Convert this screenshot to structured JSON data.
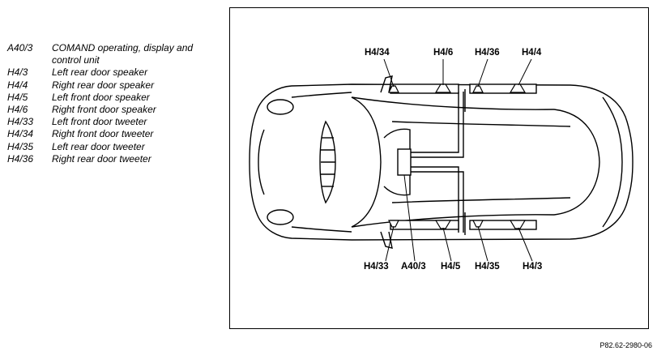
{
  "legend": [
    {
      "code": "A40/3",
      "desc": "COMAND operating, display and control unit"
    },
    {
      "code": "H4/3",
      "desc": "Left rear door speaker"
    },
    {
      "code": "H4/4",
      "desc": "Right rear door speaker"
    },
    {
      "code": "H4/5",
      "desc": "Left front door speaker"
    },
    {
      "code": "H4/6",
      "desc": "Right front door speaker"
    },
    {
      "code": "H4/33",
      "desc": "Left front door tweeter"
    },
    {
      "code": "H4/34",
      "desc": "Right front door tweeter"
    },
    {
      "code": "H4/35",
      "desc": "Left rear door tweeter"
    },
    {
      "code": "H4/36",
      "desc": "Right rear door tweeter"
    }
  ],
  "callouts_top": [
    "H4/34",
    "H4/6",
    "H4/36",
    "H4/4"
  ],
  "callouts_bottom": [
    "H4/33",
    "A40/3",
    "H4/5",
    "H4/35",
    "H4/3"
  ],
  "figure_ref": "P82.62-2980-06"
}
